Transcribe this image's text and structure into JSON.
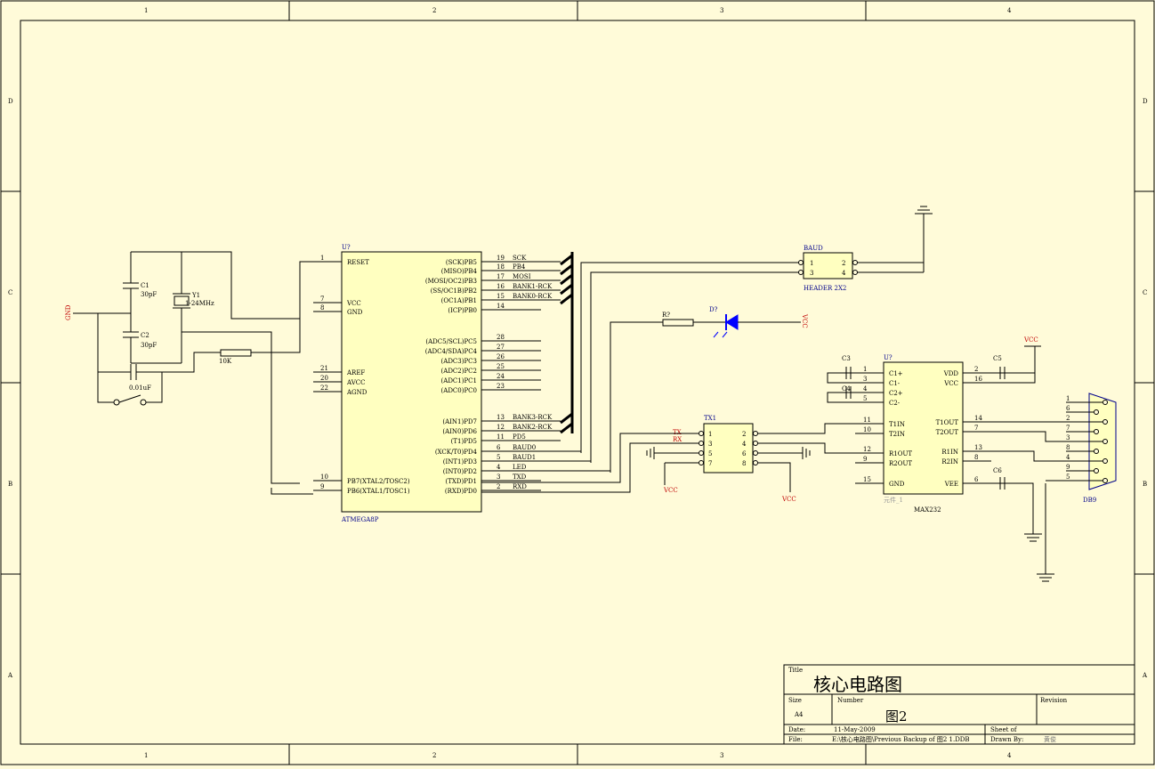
{
  "colors": {
    "paper": "#fffbd9",
    "wire": "#000000",
    "part_fill": "#ffffc0",
    "power_label": "#c00000",
    "designator": "#00008b",
    "led": "#0000ff"
  },
  "border": {
    "columns": [
      "1",
      "2",
      "3",
      "4"
    ],
    "rows": [
      "D",
      "C",
      "B",
      "A"
    ]
  },
  "title_block": {
    "title_label": "Title",
    "title": "核心电路图",
    "size_label": "Size",
    "size": "A4",
    "number_label": "Number",
    "number": "图2",
    "revision_label": "Revision",
    "date_label": "Date:",
    "date": "11-May-2009",
    "sheet_label": "Sheet   of",
    "file_label": "File:",
    "file": "E:\\核心电路图\\Previous Backup of 图2 1.DDB",
    "drawn_label": "Drawn By:",
    "drawn": "黄俊"
  },
  "mcu": {
    "designator": "U?",
    "part": "ATMEGA8P",
    "left_pins": [
      {
        "num": "1",
        "name": "RESET"
      },
      {
        "num": "7",
        "name": "VCC"
      },
      {
        "num": "8",
        "name": "GND"
      },
      {
        "num": "21",
        "name": "AREF"
      },
      {
        "num": "20",
        "name": "AVCC"
      },
      {
        "num": "22",
        "name": "AGND"
      },
      {
        "num": "10",
        "name": "PB7(XTAL2/TOSC2)"
      },
      {
        "num": "9",
        "name": "PB6(XTAL1/TOSC1)"
      }
    ],
    "right_pins": [
      {
        "num": "19",
        "name": "(SCK)PB5",
        "net": "SCK"
      },
      {
        "num": "18",
        "name": "(MISO)PB4",
        "net": "PB4"
      },
      {
        "num": "17",
        "name": "(MOSI/OC2)PB3",
        "net": "MOSI"
      },
      {
        "num": "16",
        "name": "(SS/OC1B)PB2",
        "net": "BANK1-RCK"
      },
      {
        "num": "15",
        "name": "(OC1A)PB1",
        "net": "BANK0-RCK"
      },
      {
        "num": "14",
        "name": "(ICP)PB0",
        "net": ""
      },
      {
        "num": "28",
        "name": "(ADC5/SCL)PC5",
        "net": ""
      },
      {
        "num": "27",
        "name": "(ADC4/SDA)PC4",
        "net": ""
      },
      {
        "num": "26",
        "name": "(ADC3)PC3",
        "net": ""
      },
      {
        "num": "25",
        "name": "(ADC2)PC2",
        "net": ""
      },
      {
        "num": "24",
        "name": "(ADC1)PC1",
        "net": ""
      },
      {
        "num": "23",
        "name": "(ADC0)PC0",
        "net": ""
      },
      {
        "num": "13",
        "name": "(AIN1)PD7",
        "net": "BANK3-RCK"
      },
      {
        "num": "12",
        "name": "(AIN0)PD6",
        "net": "BANK2-RCK"
      },
      {
        "num": "11",
        "name": "(T1)PD5",
        "net": "PD5"
      },
      {
        "num": "6",
        "name": "(XCK/T0)PD4",
        "net": "BAUD0"
      },
      {
        "num": "5",
        "name": "(INT1)PD3",
        "net": "BAUD1"
      },
      {
        "num": "4",
        "name": "(INT0)PD2",
        "net": "LED"
      },
      {
        "num": "3",
        "name": "(TXD)PD1",
        "net": "TXD"
      },
      {
        "num": "2",
        "name": "(RXD)PD0",
        "net": "RXD"
      }
    ]
  },
  "oscillator": {
    "c1": "C1",
    "c1_val": "30pF",
    "c2": "C2",
    "c2_val": "30pF",
    "y1": "Y1",
    "y1_val": "1-24MHz",
    "c_reset_val": "0.01uF",
    "resistor_val": "10K",
    "gnd_label": "GND"
  },
  "baud": {
    "designator": "BAUD",
    "part": "HEADER 2X2",
    "pins_left": [
      "1",
      "3"
    ],
    "pins_right": [
      "2",
      "4"
    ]
  },
  "led_circuit": {
    "r": "R?",
    "d": "D?",
    "vcc": "VCC"
  },
  "tx_header": {
    "designator": "TX1",
    "pins_left": [
      "1",
      "3",
      "5",
      "7"
    ],
    "pins_right": [
      "2",
      "4",
      "6",
      "8"
    ],
    "tx": "TX",
    "rx": "RX",
    "vcc_left": "VCC",
    "vcc_right": "VCC"
  },
  "max232": {
    "designator": "U?",
    "part": "MAX232",
    "sub": "元件_1",
    "left_pins": [
      {
        "num": "1",
        "name": "C1+"
      },
      {
        "num": "3",
        "name": "C1-"
      },
      {
        "num": "4",
        "name": "C2+"
      },
      {
        "num": "5",
        "name": "C2-"
      },
      {
        "num": "11",
        "name": "T1IN"
      },
      {
        "num": "10",
        "name": "T2IN"
      },
      {
        "num": "12",
        "name": "R1OUT"
      },
      {
        "num": "9",
        "name": "R2OUT"
      },
      {
        "num": "15",
        "name": "GND"
      }
    ],
    "right_pins": [
      {
        "num": "2",
        "name": "VDD"
      },
      {
        "num": "16",
        "name": "VCC"
      },
      {
        "num": "14",
        "name": "T1OUT"
      },
      {
        "num": "7",
        "name": "T2OUT"
      },
      {
        "num": "13",
        "name": "R1IN"
      },
      {
        "num": "8",
        "name": "R2IN"
      },
      {
        "num": "6",
        "name": "VEE"
      }
    ],
    "c3": "C3",
    "c4": "C4",
    "c5": "C5",
    "c6": "C6",
    "vcc": "VCC"
  },
  "db9": {
    "designator": "DB9",
    "pins": [
      "1",
      "6",
      "2",
      "7",
      "3",
      "8",
      "4",
      "9",
      "5"
    ]
  }
}
